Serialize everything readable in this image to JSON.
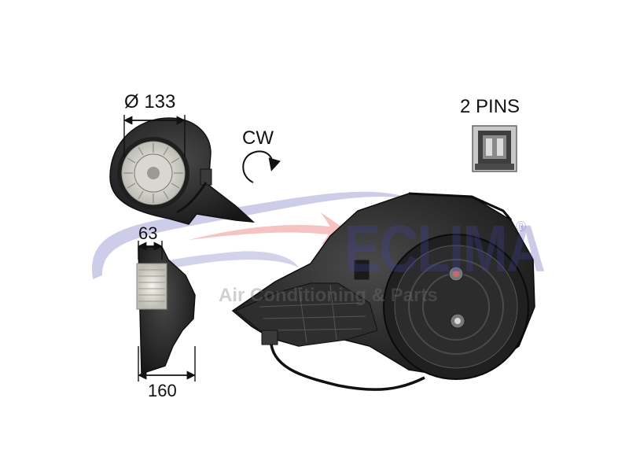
{
  "labels": {
    "diameter": "Ø 133",
    "rotation": "CW",
    "pins": "2 PINS",
    "depth": "63",
    "width": "160"
  },
  "watermark": {
    "brand": "ECLIMA",
    "registered": "®",
    "tagline": "Air Conditioning & Parts"
  },
  "colors": {
    "watermark_blue": "#4646aa",
    "watermark_red": "#e03a3a",
    "housing": "#2a2a2a",
    "fan_wheel": "#e6e6de"
  },
  "icons": {
    "rotation": "clockwise-arrow-icon"
  }
}
